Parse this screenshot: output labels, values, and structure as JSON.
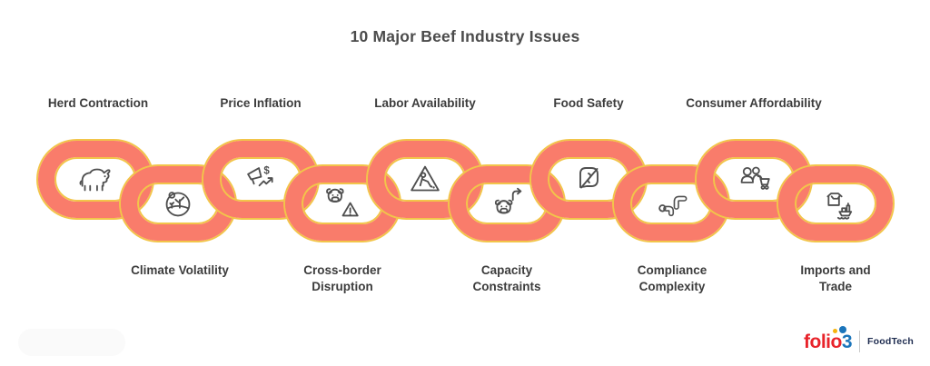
{
  "title": "10 Major Beef Industry Issues",
  "issues": [
    {
      "label": "Herd Contraction",
      "icon": "bull-icon",
      "position": "top"
    },
    {
      "label": "Climate Volatility",
      "icon": "desert-plant-icon",
      "position": "bottom"
    },
    {
      "label": "Price Inflation",
      "icon": "megaphone-dollar-icon",
      "position": "top"
    },
    {
      "label": "Cross-border\nDisruption",
      "icon": "cow-warning-icon",
      "position": "bottom"
    },
    {
      "label": "Labor Availability",
      "icon": "worker-sign-icon",
      "position": "top"
    },
    {
      "label": "Capacity\nConstraints",
      "icon": "cow-cycle-arrow-icon",
      "position": "bottom"
    },
    {
      "label": "Food Safety",
      "icon": "chef-slash-icon",
      "position": "top"
    },
    {
      "label": "Compliance\nComplexity",
      "icon": "workflow-arrows-icon",
      "position": "bottom"
    },
    {
      "label": "Consumer Affordability",
      "icon": "shoppers-cart-icon",
      "position": "top"
    },
    {
      "label": "Imports and\nTrade",
      "icon": "package-ship-icon",
      "position": "bottom"
    }
  ],
  "icon_labels": {
    "dollar": "$"
  },
  "colors": {
    "background": "#ffffff",
    "chain_fill": "#f97c6b",
    "chain_outline": "#f2c54a",
    "icon_stroke": "#4f4f4f",
    "title_text": "#4b4b4b",
    "label_text": "#3c3c3c",
    "logo_red": "#e8232a",
    "logo_blue": "#1b75bb",
    "logo_yellow": "#f6b40e",
    "logo_navy": "#1d2b4f"
  },
  "logo": {
    "brand_prefix": "folio",
    "brand_number": "3",
    "suffix": "FoodTech"
  }
}
